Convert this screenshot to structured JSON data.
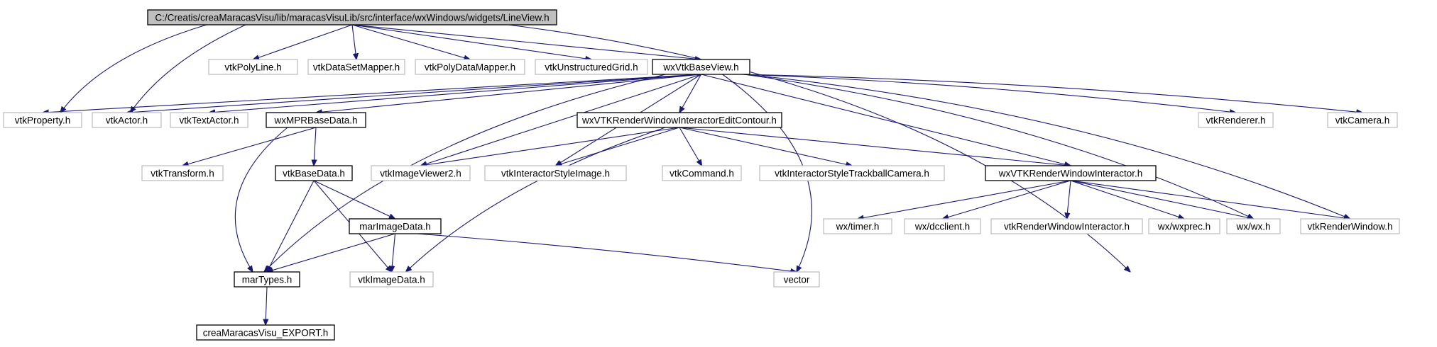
{
  "graph": {
    "colors": {
      "edge": "#191970",
      "root_fill": "#bfbfbf",
      "documented_border": "#000000",
      "external_border": "#bfbfbf",
      "background": "#ffffff"
    },
    "nodes": [
      {
        "id": "root",
        "label": "C:/Creatis/creaMaracasVisu/lib/maracasVisuLib/src/interface/wxWindows/widgets/LineView.h",
        "kind": "root"
      },
      {
        "id": "vtkPolyLine",
        "label": "vtkPolyLine.h",
        "kind": "external"
      },
      {
        "id": "vtkDataSetMapper",
        "label": "vtkDataSetMapper.h",
        "kind": "external"
      },
      {
        "id": "vtkPolyDataMapper",
        "label": "vtkPolyDataMapper.h",
        "kind": "external"
      },
      {
        "id": "vtkUnstructuredGrid",
        "label": "vtkUnstructuredGrid.h",
        "kind": "external"
      },
      {
        "id": "wxVtkBaseView",
        "label": "wxVtkBaseView.h",
        "kind": "documented"
      },
      {
        "id": "vtkProperty",
        "label": "vtkProperty.h",
        "kind": "external"
      },
      {
        "id": "vtkActor",
        "label": "vtkActor.h",
        "kind": "external"
      },
      {
        "id": "vtkTextActor",
        "label": "vtkTextActor.h",
        "kind": "external"
      },
      {
        "id": "wxMPRBaseData",
        "label": "wxMPRBaseData.h",
        "kind": "documented"
      },
      {
        "id": "wxVTKRWIEditContour",
        "label": "wxVTKRenderWindowInteractorEditContour.h",
        "kind": "documented"
      },
      {
        "id": "vtkRenderer",
        "label": "vtkRenderer.h",
        "kind": "external"
      },
      {
        "id": "vtkCamera",
        "label": "vtkCamera.h",
        "kind": "external"
      },
      {
        "id": "vtkTransform",
        "label": "vtkTransform.h",
        "kind": "external"
      },
      {
        "id": "vtkBaseData",
        "label": "vtkBaseData.h",
        "kind": "documented"
      },
      {
        "id": "vtkImageViewer2",
        "label": "vtkImageViewer2.h",
        "kind": "external"
      },
      {
        "id": "vtkInteractorStyleImage",
        "label": "vtkInteractorStyleImage.h",
        "kind": "external"
      },
      {
        "id": "vtkCommand",
        "label": "vtkCommand.h",
        "kind": "external"
      },
      {
        "id": "vtkInteractorStyleTrackballCamera",
        "label": "vtkInteractorStyleTrackballCamera.h",
        "kind": "external"
      },
      {
        "id": "wxVTKRWI",
        "label": "wxVTKRenderWindowInteractor.h",
        "kind": "documented"
      },
      {
        "id": "marImageData",
        "label": "marImageData.h",
        "kind": "documented"
      },
      {
        "id": "wxTimer",
        "label": "wx/timer.h",
        "kind": "external"
      },
      {
        "id": "wxDcclient",
        "label": "wx/dcclient.h",
        "kind": "external"
      },
      {
        "id": "vtkRWI",
        "label": "vtkRenderWindowInteractor.h",
        "kind": "external"
      },
      {
        "id": "wxWxprec",
        "label": "wx/wxprec.h",
        "kind": "external"
      },
      {
        "id": "wxWx",
        "label": "wx/wx.h",
        "kind": "external"
      },
      {
        "id": "vtkRenderWindow",
        "label": "vtkRenderWindow.h",
        "kind": "external"
      },
      {
        "id": "marTypes",
        "label": "marTypes.h",
        "kind": "documented"
      },
      {
        "id": "vtkImageData",
        "label": "vtkImageData.h",
        "kind": "external"
      },
      {
        "id": "vector",
        "label": "vector",
        "kind": "external"
      },
      {
        "id": "creaExport",
        "label": "creaMaracasVisu_EXPORT.h",
        "kind": "documented"
      }
    ],
    "edges": [
      [
        "root",
        "vtkProperty"
      ],
      [
        "root",
        "vtkActor"
      ],
      [
        "root",
        "vtkPolyLine"
      ],
      [
        "root",
        "vtkDataSetMapper"
      ],
      [
        "root",
        "vtkPolyDataMapper"
      ],
      [
        "root",
        "vtkUnstructuredGrid"
      ],
      [
        "root",
        "wxVtkBaseView"
      ],
      [
        "root",
        "vector"
      ],
      [
        "wxVtkBaseView",
        "vtkProperty"
      ],
      [
        "wxVtkBaseView",
        "vtkActor"
      ],
      [
        "wxVtkBaseView",
        "vtkTextActor"
      ],
      [
        "wxVtkBaseView",
        "wxMPRBaseData"
      ],
      [
        "wxVtkBaseView",
        "wxVTKRWIEditContour"
      ],
      [
        "wxVtkBaseView",
        "vtkRenderer"
      ],
      [
        "wxVtkBaseView",
        "vtkCamera"
      ],
      [
        "wxVtkBaseView",
        "vtkImageViewer2"
      ],
      [
        "wxVtkBaseView",
        "vtkInteractorStyleImage"
      ],
      [
        "wxVtkBaseView",
        "marTypes"
      ],
      [
        "wxVtkBaseView",
        "vector"
      ],
      [
        "wxVtkBaseView",
        "wxVTKRWI"
      ],
      [
        "wxVtkBaseView",
        "wxWx"
      ],
      [
        "wxVtkBaseView",
        "vtkRenderWindow"
      ],
      [
        "wxMPRBaseData",
        "vtkTransform"
      ],
      [
        "wxMPRBaseData",
        "vtkBaseData"
      ],
      [
        "wxMPRBaseData",
        "marTypes"
      ],
      [
        "wxVTKRWIEditContour",
        "vtkImageViewer2"
      ],
      [
        "wxVTKRWIEditContour",
        "vtkInteractorStyleImage"
      ],
      [
        "wxVTKRWIEditContour",
        "vtkCommand"
      ],
      [
        "wxVTKRWIEditContour",
        "vtkInteractorStyleTrackballCamera"
      ],
      [
        "wxVTKRWIEditContour",
        "wxVTKRWI"
      ],
      [
        "wxVTKRWIEditContour",
        "vtkImageData"
      ],
      [
        "vtkBaseData",
        "marImageData"
      ],
      [
        "vtkBaseData",
        "marTypes"
      ],
      [
        "vtkBaseData",
        "vtkImageData"
      ],
      [
        "marImageData",
        "marTypes"
      ],
      [
        "marImageData",
        "vtkImageData"
      ],
      [
        "marImageData",
        "vector"
      ],
      [
        "wxVTKRWI",
        "wxTimer"
      ],
      [
        "wxVTKRWI",
        "wxDcclient"
      ],
      [
        "wxVTKRWI",
        "vtkRWI"
      ],
      [
        "wxVTKRWI",
        "wxWxprec"
      ],
      [
        "wxVTKRWI",
        "wxWx"
      ],
      [
        "wxVTKRWI",
        "vtkRenderWindow"
      ],
      [
        "marTypes",
        "creaExport"
      ]
    ]
  }
}
